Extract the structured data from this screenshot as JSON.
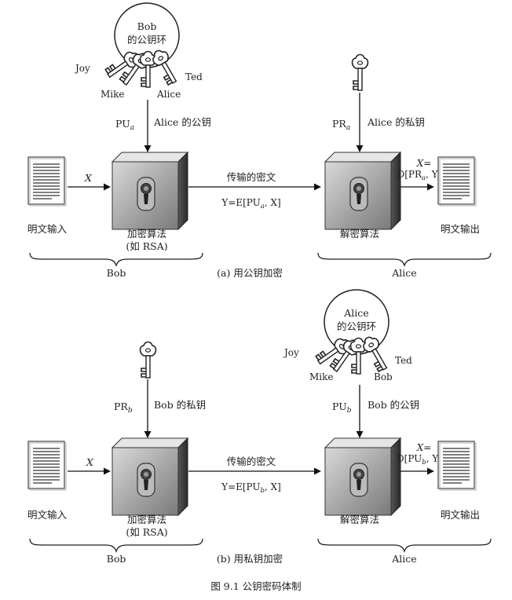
{
  "figure_caption": "图 9.1   公钥密码体制",
  "panel_a": {
    "caption": "(a) 用公钥加密",
    "keyring": {
      "title_line1": "Bob",
      "title_line2": "的公钥环",
      "keys": [
        "Joy",
        "Mike",
        "Alice",
        "Ted"
      ]
    },
    "encrypt_key_symbol": "PU",
    "encrypt_key_sub": "a",
    "encrypt_key_desc": "Alice 的公钥",
    "decrypt_key_symbol": "PR",
    "decrypt_key_sub": "a",
    "decrypt_key_desc": "Alice 的私钥",
    "plaintext_input_var": "X",
    "plaintext_input_label": "明文输入",
    "encrypt_box_label": "加密算法",
    "encrypt_box_sublabel": "(如 RSA)",
    "transmit_label": "传输的密文",
    "transmit_formula_pre": "Y=E[PU",
    "transmit_formula_sub": "a",
    "transmit_formula_post": ", X]",
    "decrypt_box_label": "解密算法",
    "output_formula_line1": "X=",
    "output_formula_pre": "D[PR",
    "output_formula_sub": "a",
    "output_formula_post": ", Y]",
    "plaintext_output_label": "明文输出",
    "left_brace_label": "Bob",
    "right_brace_label": "Alice"
  },
  "panel_b": {
    "caption": "(b) 用私钥加密",
    "keyring": {
      "title_line1": "Alice",
      "title_line2": "的公钥环",
      "keys": [
        "Joy",
        "Mike",
        "Bob",
        "Ted"
      ]
    },
    "encrypt_key_symbol": "PR",
    "encrypt_key_sub": "b",
    "encrypt_key_desc": "Bob 的私钥",
    "decrypt_key_symbol": "PU",
    "decrypt_key_sub": "b",
    "decrypt_key_desc": "Bob 的公钥",
    "plaintext_input_var": "X",
    "plaintext_input_label": "明文输入",
    "encrypt_box_label": "加密算法",
    "encrypt_box_sublabel": "(如 RSA)",
    "transmit_label": "传输的密文",
    "transmit_formula_pre": "Y=E[PU",
    "transmit_formula_sub": "b",
    "transmit_formula_post": ", X]",
    "decrypt_box_label": "解密算法",
    "output_formula_line1": "X=",
    "output_formula_pre": "D[PU",
    "output_formula_sub": "b",
    "output_formula_post": ", Y]",
    "plaintext_output_label": "明文输出",
    "left_brace_label": "Bob",
    "right_brace_label": "Alice"
  }
}
